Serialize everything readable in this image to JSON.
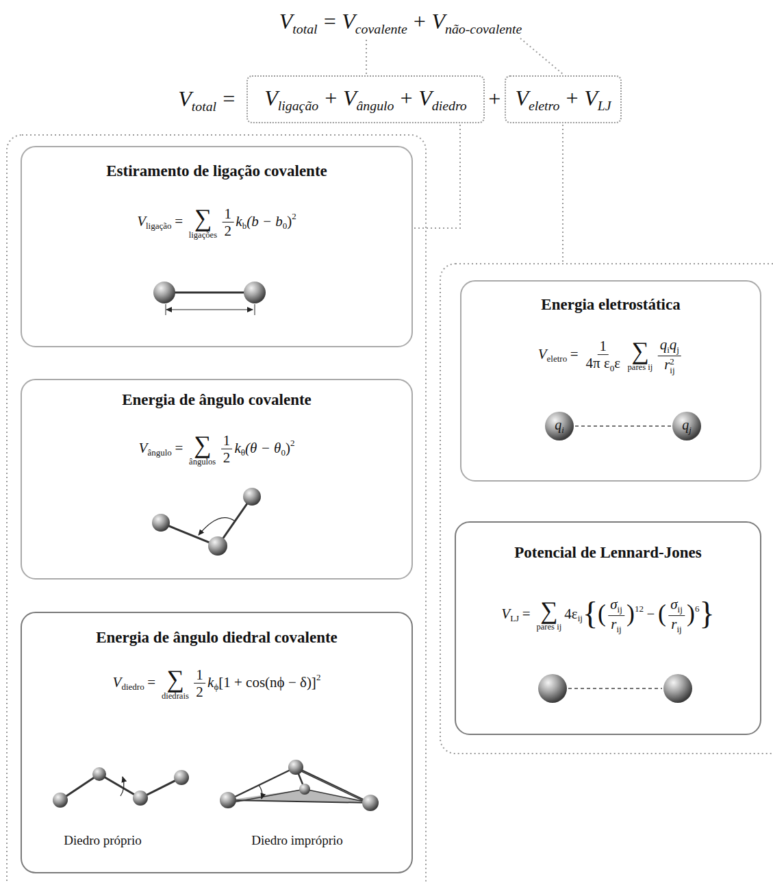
{
  "diagram": {
    "nodes": [
      {
        "text": [
          "V",
          "ligação",
          "+",
          "V",
          "ângulo",
          "+",
          "V",
          "diedro"
        ]
      },
      {
        "text": [
          "V",
          "eletro",
          "+",
          "V",
          "LJ"
        ]
      },
      {
        "text": [
          "Estiramento de ligação covalente",
          "V",
          "ligação",
          "=",
          "∑",
          "ligações",
          "1",
          "2",
          "k",
          "b",
          "(b − b",
          "0",
          ")",
          "2"
        ]
      },
      {
        "text": [
          "Energia de ângulo covalente",
          "V",
          "ângulo",
          "=",
          "∑",
          "ângulos",
          "1",
          "2",
          "k",
          "θ",
          "(θ − θ",
          "0",
          ")",
          "2"
        ]
      },
      {
        "text": [
          "Energia de ângulo diedral covalente",
          "V",
          "diedro",
          "=",
          "∑",
          "diedrais",
          "1",
          "2",
          "k",
          "ϕ",
          "[1 + cos(nϕ − δ)]",
          "2",
          "Diedro próprio",
          "Diedro impróprio"
        ]
      },
      {
        "text": [
          "Energia eletrostática",
          "V",
          "eletro",
          "=",
          "1",
          "4π ε",
          "0",
          "ε",
          "∑",
          "pares ij",
          "q",
          "i",
          "q",
          "j",
          "r",
          "ij",
          "2",
          "q",
          "i",
          "q",
          "j"
        ]
      },
      {
        "text": [
          "Potencial de Lennard-Jones",
          "V",
          "LJ",
          "=",
          "∑",
          "pares ij",
          "4ε",
          "ij",
          "{",
          "(",
          "σ",
          "ij",
          "r",
          "ij",
          ")",
          "12",
          "−",
          "(",
          "σ",
          "ij",
          "r",
          "ij",
          ")",
          "6",
          "}"
        ]
      }
    ],
    "labels": [
      "V",
      "total",
      "=",
      "V",
      "covalente",
      "+",
      "V",
      "não-covalente",
      "V",
      "total",
      "=",
      "+"
    ]
  }
}
